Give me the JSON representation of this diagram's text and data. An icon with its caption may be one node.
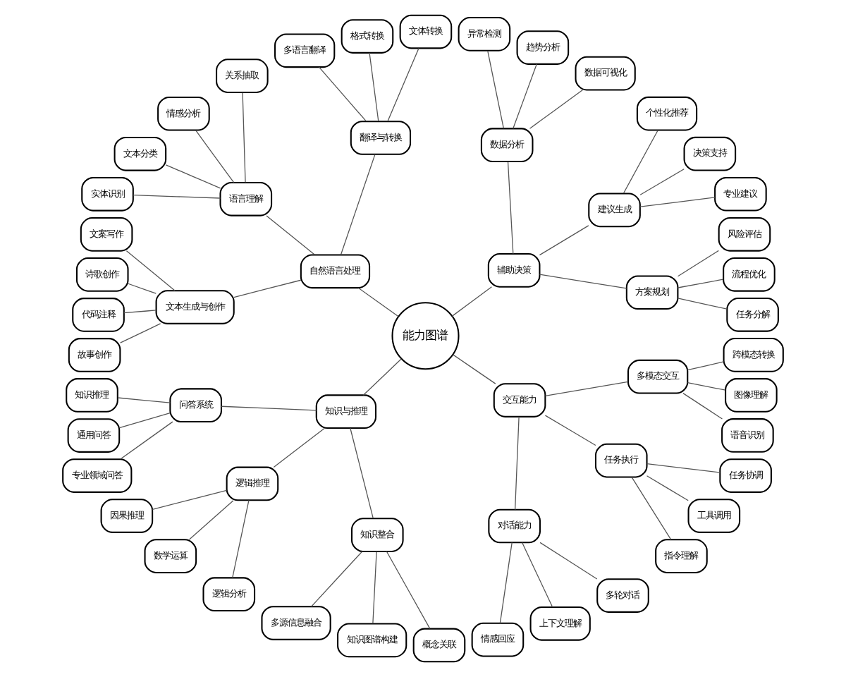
{
  "diagram": {
    "nodes": [
      {
        "text": [
          "能力图谱"
        ]
      },
      {
        "text": [
          "辅助决策"
        ]
      },
      {
        "text": [
          "方案规划"
        ]
      },
      {
        "text": [
          "任务分解"
        ]
      },
      {
        "text": [
          "流程优化"
        ]
      },
      {
        "text": [
          "风险评估"
        ]
      },
      {
        "text": [
          "建议生成"
        ]
      },
      {
        "text": [
          "专业建议"
        ]
      },
      {
        "text": [
          "决策支持"
        ]
      },
      {
        "text": [
          "个性化推荐"
        ]
      },
      {
        "text": [
          "数据分析"
        ]
      },
      {
        "text": [
          "数据可视化"
        ]
      },
      {
        "text": [
          "趋势分析"
        ]
      },
      {
        "text": [
          "异常检测"
        ]
      },
      {
        "text": [
          "自然语言处理"
        ]
      },
      {
        "text": [
          "翻译与转换"
        ]
      },
      {
        "text": [
          "文体转换"
        ]
      },
      {
        "text": [
          "格式转换"
        ]
      },
      {
        "text": [
          "多语言翻译"
        ]
      },
      {
        "text": [
          "语言理解"
        ]
      },
      {
        "text": [
          "关系抽取"
        ]
      },
      {
        "text": [
          "情感分析"
        ]
      },
      {
        "text": [
          "文本分类"
        ]
      },
      {
        "text": [
          "实体识别"
        ]
      },
      {
        "text": [
          "文本生成与创作"
        ]
      },
      {
        "text": [
          "文案写作"
        ]
      },
      {
        "text": [
          "诗歌创作"
        ]
      },
      {
        "text": [
          "代码注释"
        ]
      },
      {
        "text": [
          "故事创作"
        ]
      },
      {
        "text": [
          "知识与推理"
        ]
      },
      {
        "text": [
          "问答系统"
        ]
      },
      {
        "text": [
          "知识推理"
        ]
      },
      {
        "text": [
          "通用问答"
        ]
      },
      {
        "text": [
          "专业领域问答"
        ]
      },
      {
        "text": [
          "逻辑推理"
        ]
      },
      {
        "text": [
          "因果推理"
        ]
      },
      {
        "text": [
          "数学运算"
        ]
      },
      {
        "text": [
          "逻辑分析"
        ]
      },
      {
        "text": [
          "知识整合"
        ]
      },
      {
        "text": [
          "多源信息融合"
        ]
      },
      {
        "text": [
          "知识图谱构建"
        ]
      },
      {
        "text": [
          "概念关联"
        ]
      },
      {
        "text": [
          "交互能力"
        ]
      },
      {
        "text": [
          "对话能力"
        ]
      },
      {
        "text": [
          "情感回应"
        ]
      },
      {
        "text": [
          "上下文理解"
        ]
      },
      {
        "text": [
          "多轮对话"
        ]
      },
      {
        "text": [
          "任务执行"
        ]
      },
      {
        "text": [
          "指令理解"
        ]
      },
      {
        "text": [
          "工具调用"
        ]
      },
      {
        "text": [
          "任务协调"
        ]
      },
      {
        "text": [
          "多模态交互"
        ]
      },
      {
        "text": [
          "语音识别"
        ]
      },
      {
        "text": [
          "图像理解"
        ]
      },
      {
        "text": [
          "跨模态转换"
        ]
      }
    ],
    "edges": [
      {
        "from": 0,
        "to": 1,
        "arrow": "none"
      },
      {
        "from": 1,
        "to": 2,
        "arrow": "none"
      },
      {
        "from": 2,
        "to": 3,
        "arrow": "none"
      },
      {
        "from": 2,
        "to": 4,
        "arrow": "none"
      },
      {
        "from": 2,
        "to": 5,
        "arrow": "none"
      },
      {
        "from": 1,
        "to": 6,
        "arrow": "none"
      },
      {
        "from": 6,
        "to": 7,
        "arrow": "none"
      },
      {
        "from": 6,
        "to": 8,
        "arrow": "none"
      },
      {
        "from": 6,
        "to": 9,
        "arrow": "none"
      },
      {
        "from": 1,
        "to": 10,
        "arrow": "none"
      },
      {
        "from": 10,
        "to": 11,
        "arrow": "none"
      },
      {
        "from": 10,
        "to": 12,
        "arrow": "none"
      },
      {
        "from": 10,
        "to": 13,
        "arrow": "none"
      },
      {
        "from": 0,
        "to": 14,
        "arrow": "none"
      },
      {
        "from": 14,
        "to": 15,
        "arrow": "none"
      },
      {
        "from": 15,
        "to": 16,
        "arrow": "none"
      },
      {
        "from": 15,
        "to": 17,
        "arrow": "none"
      },
      {
        "from": 15,
        "to": 18,
        "arrow": "none"
      },
      {
        "from": 14,
        "to": 19,
        "arrow": "none"
      },
      {
        "from": 19,
        "to": 20,
        "arrow": "none"
      },
      {
        "from": 19,
        "to": 21,
        "arrow": "none"
      },
      {
        "from": 19,
        "to": 22,
        "arrow": "none"
      },
      {
        "from": 19,
        "to": 23,
        "arrow": "none"
      },
      {
        "from": 14,
        "to": 24,
        "arrow": "none"
      },
      {
        "from": 24,
        "to": 25,
        "arrow": "none"
      },
      {
        "from": 24,
        "to": 26,
        "arrow": "none"
      },
      {
        "from": 24,
        "to": 27,
        "arrow": "none"
      },
      {
        "from": 24,
        "to": 28,
        "arrow": "none"
      },
      {
        "from": 0,
        "to": 29,
        "arrow": "none"
      },
      {
        "from": 29,
        "to": 30,
        "arrow": "none"
      },
      {
        "from": 30,
        "to": 31,
        "arrow": "none"
      },
      {
        "from": 30,
        "to": 32,
        "arrow": "none"
      },
      {
        "from": 30,
        "to": 33,
        "arrow": "none"
      },
      {
        "from": 29,
        "to": 34,
        "arrow": "none"
      },
      {
        "from": 34,
        "to": 35,
        "arrow": "none"
      },
      {
        "from": 34,
        "to": 36,
        "arrow": "none"
      },
      {
        "from": 34,
        "to": 37,
        "arrow": "none"
      },
      {
        "from": 29,
        "to": 38,
        "arrow": "none"
      },
      {
        "from": 38,
        "to": 39,
        "arrow": "none"
      },
      {
        "from": 38,
        "to": 40,
        "arrow": "none"
      },
      {
        "from": 38,
        "to": 41,
        "arrow": "none"
      },
      {
        "from": 0,
        "to": 42,
        "arrow": "none"
      },
      {
        "from": 42,
        "to": 43,
        "arrow": "none"
      },
      {
        "from": 43,
        "to": 44,
        "arrow": "none"
      },
      {
        "from": 43,
        "to": 45,
        "arrow": "none"
      },
      {
        "from": 43,
        "to": 46,
        "arrow": "none"
      },
      {
        "from": 42,
        "to": 47,
        "arrow": "none"
      },
      {
        "from": 47,
        "to": 48,
        "arrow": "none"
      },
      {
        "from": 47,
        "to": 49,
        "arrow": "none"
      },
      {
        "from": 47,
        "to": 50,
        "arrow": "none"
      },
      {
        "from": 42,
        "to": 51,
        "arrow": "none"
      },
      {
        "from": 51,
        "to": 52,
        "arrow": "none"
      },
      {
        "from": 51,
        "to": 53,
        "arrow": "none"
      },
      {
        "from": 51,
        "to": 54,
        "arrow": "none"
      }
    ]
  }
}
